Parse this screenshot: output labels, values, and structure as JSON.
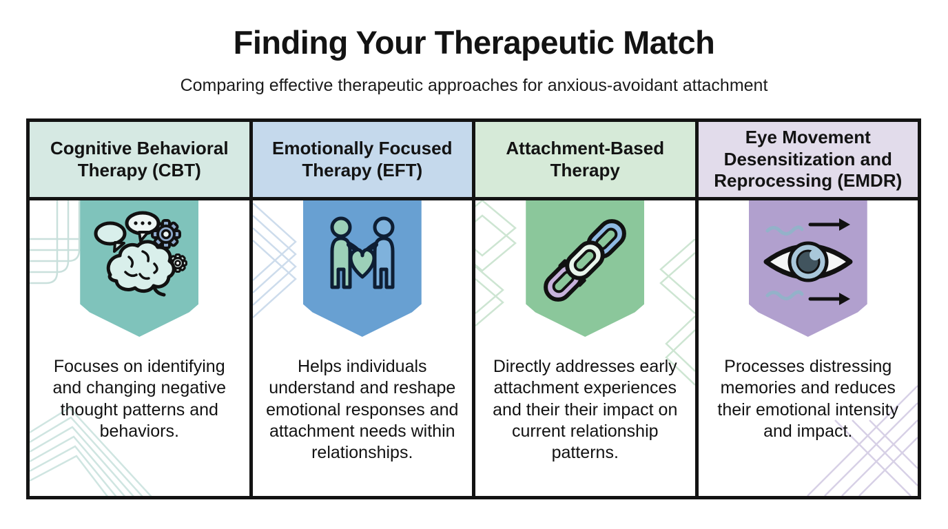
{
  "page": {
    "title": "Finding Your Therapeutic Match",
    "subtitle": "Comparing effective therapeutic approaches for anxious-avoidant attachment"
  },
  "colors": {
    "table_border": "#131313",
    "cbt_header_bg": "#d6e9e3",
    "cbt_banner": "#7fc3bb",
    "eft_header_bg": "#c5d9ec",
    "eft_banner": "#68a0d2",
    "attachment_header_bg": "#d6ead8",
    "attachment_banner": "#8bc79b",
    "emdr_header_bg": "#e2dceb",
    "emdr_banner": "#b1a0ce"
  },
  "columns": [
    {
      "id": "cbt",
      "title": "Cognitive Behavioral Therapy (CBT)",
      "icon": "brain-speech-gears-icon",
      "description": "Focuses on identifying and changing negative thought patterns and behaviors."
    },
    {
      "id": "eft",
      "title": "Emotionally Focused Therapy (EFT)",
      "icon": "two-people-heart-icon",
      "description": "Helps individuals understand and reshape emotional responses and attachment needs within relationships."
    },
    {
      "id": "attachment",
      "title": "Attachment-Based Therapy",
      "icon": "chain-links-icon",
      "description": "Directly addresses early attachment experiences and their their impact on current relationship patterns."
    },
    {
      "id": "emdr",
      "title": "Eye Movement Desensitization and Reprocessing (EMDR)",
      "icon": "eye-movement-arrows-icon",
      "description": "Processes distressing memories and reduces their emotional intensity and impact."
    }
  ]
}
